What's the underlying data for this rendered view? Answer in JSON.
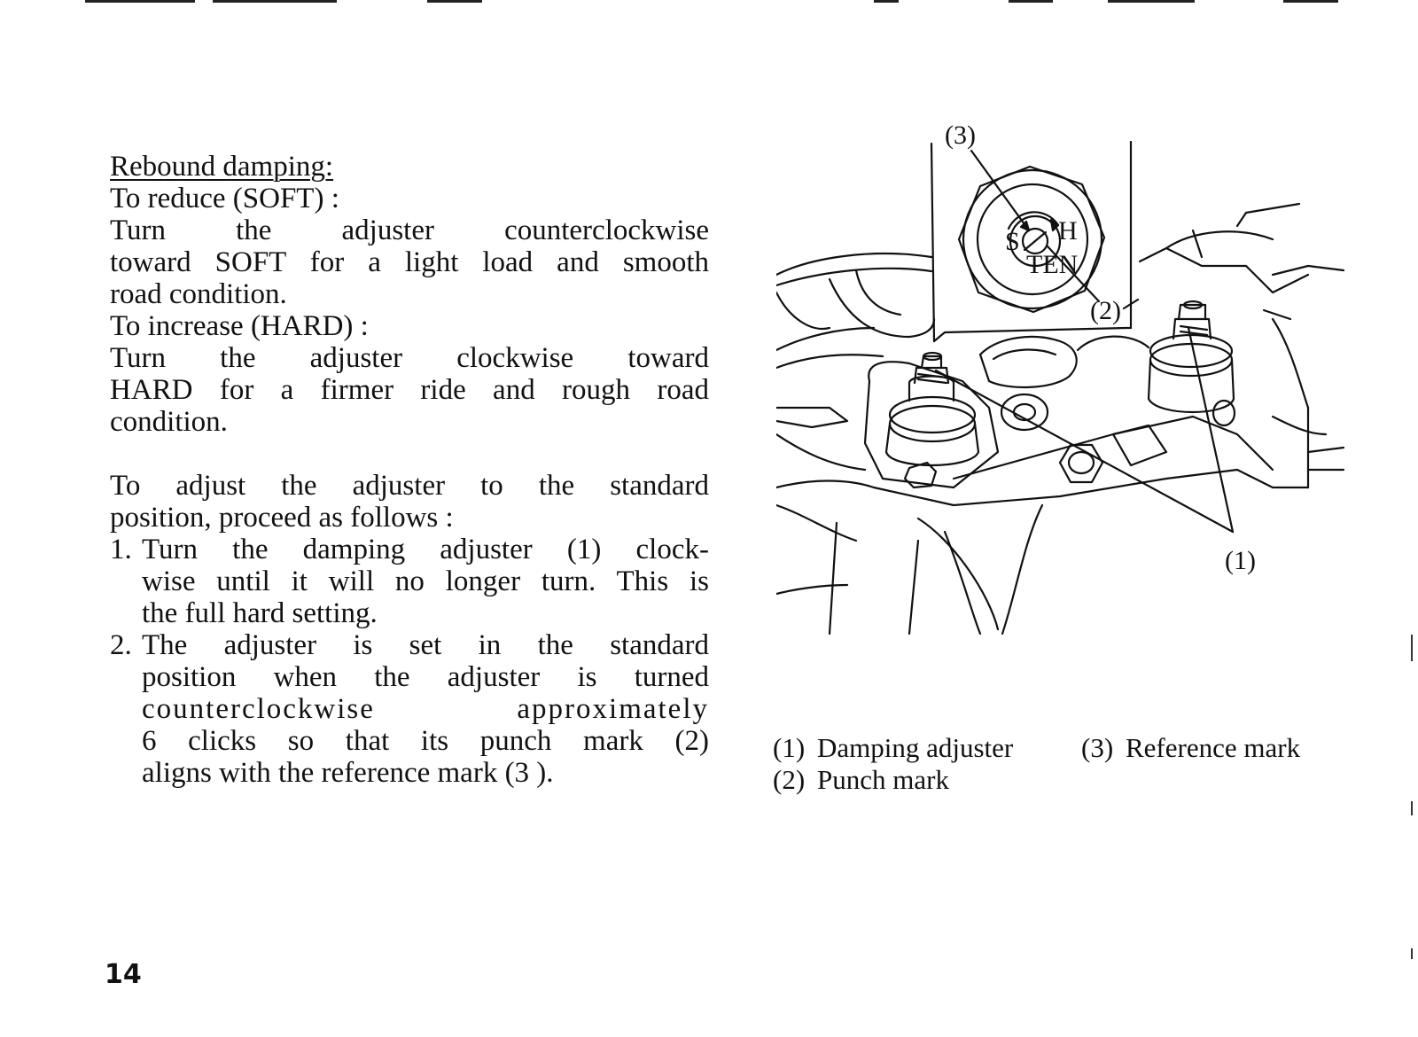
{
  "page": {
    "number": "14"
  },
  "text": {
    "heading": "Rebound damping:",
    "reduce_label": "To reduce (SOFT) :",
    "reduce_lines": [
      "Turn the adjuster counterclockwise",
      "toward SOFT for a light load and smooth",
      "road condition."
    ],
    "increase_label": "To increase (HARD) :",
    "increase_lines": [
      "Turn the adjuster clockwise toward",
      "HARD for a firmer ride and rough road",
      "condition."
    ],
    "standard_lines": [
      "To adjust the adjuster to the standard",
      "position, proceed as follows :"
    ],
    "steps": [
      {
        "number": "1.",
        "lines": [
          "Turn the damping adjuster (1) clock-",
          "wise until it will no longer turn. This is",
          "the full hard setting."
        ]
      },
      {
        "number": "2.",
        "lines": [
          "The adjuster is set in the standard",
          "position when the adjuster is turned",
          "counterclockwise approximately",
          " 6 clicks so that its punch mark (2)",
          "aligns with the reference mark (3 )."
        ]
      }
    ]
  },
  "figure": {
    "callouts": {
      "c1": "(1)",
      "c2": "(2)",
      "c3": "(3)"
    },
    "dial_letters": {
      "soft": "S",
      "hard": "H",
      "ten": "TEN"
    }
  },
  "caption": {
    "items": [
      {
        "num": "(1)",
        "label": "Damping adjuster"
      },
      {
        "num": "(2)",
        "label": "Punch mark"
      },
      {
        "num": "(3)",
        "label": "Reference mark"
      }
    ]
  }
}
